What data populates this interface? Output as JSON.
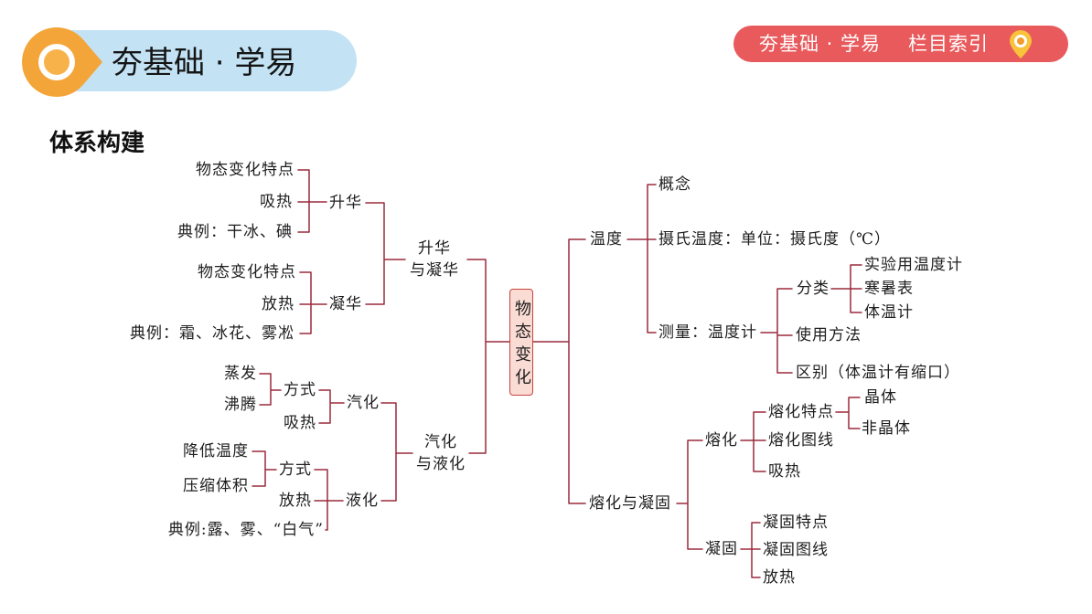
{
  "header": {
    "title": "夯基础 · 学易"
  },
  "nav": {
    "section": "夯基础 · 学易",
    "index_label": "栏目索引",
    "icon": "location-pin-icon"
  },
  "section_title": "体系构建",
  "mind_map": {
    "root": "物态变化",
    "sublimation_deposition": {
      "line1": "升华",
      "line2": "与凝华",
      "sublimation": {
        "label": "升华",
        "items": [
          "物态变化特点",
          "吸热",
          "典例：干冰、碘"
        ]
      },
      "deposition": {
        "label": "凝华",
        "items": [
          "物态变化特点",
          "放热",
          "典例：霜、冰花、雾凇"
        ]
      }
    },
    "vaporization_liquefaction": {
      "line1": "汽化",
      "line2": "与液化",
      "vaporization": {
        "label": "汽化",
        "method": {
          "label": "方式",
          "items": [
            "蒸发",
            "沸腾"
          ]
        },
        "heat": "吸热"
      },
      "liquefaction": {
        "label": "液化",
        "method": {
          "label": "方式",
          "items": [
            "降低温度",
            "压缩体积"
          ]
        },
        "heat": "放热",
        "example": "典例:露、雾、“白气”"
      }
    },
    "temperature": {
      "label": "温度",
      "concept": "概念",
      "celsius": "摄氏温度：单位：摄氏度（℃）",
      "measurement": {
        "label": "测量：温度计",
        "classification": {
          "label": "分类",
          "items": [
            "实验用温度计",
            "寒暑表",
            "体温计"
          ]
        },
        "usage": "使用方法",
        "difference": "区别（体温计有缩口）"
      }
    },
    "melting_solidification": {
      "label": "熔化与凝固",
      "melting": {
        "label": "熔化",
        "features": {
          "label": "熔化特点",
          "items": [
            "晶体",
            "非晶体"
          ]
        },
        "graph": "熔化图线",
        "heat": "吸热"
      },
      "solidification": {
        "label": "凝固",
        "items": [
          "凝固特点",
          "凝固图线",
          "放热"
        ]
      }
    }
  },
  "colors": {
    "badge_orange": "#f4a53a",
    "banner_blue": "#c3e3f5",
    "nav_red": "#e85a5c",
    "pin_yellow": "#f8c23a",
    "connector": "#9a2a3c",
    "root_fill": "#fbdcd5",
    "root_border": "#c8433d",
    "text": "#1e1e1e"
  }
}
